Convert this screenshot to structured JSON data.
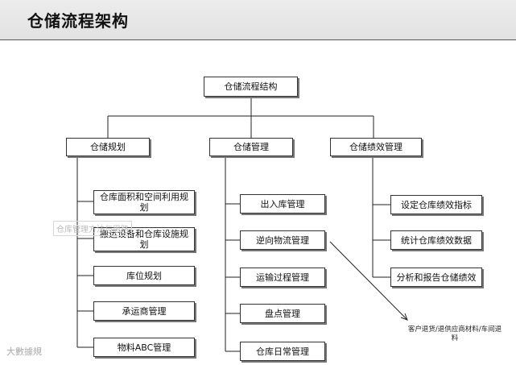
{
  "header": {
    "title": "仓储流程架构"
  },
  "diagram": {
    "root": "仓储流程结构",
    "branches": [
      {
        "label": "仓储规划",
        "children": [
          "仓库面积和空间利用规划",
          "搬运设备和仓库设施规划",
          "库位规划",
          "承运商管理",
          "物料ABC管理"
        ]
      },
      {
        "label": "仓储管理",
        "children": [
          "出入库管理",
          "逆向物流管理",
          "运输过程管理",
          "盘点管理",
          "仓库日常管理"
        ]
      },
      {
        "label": "仓储绩效管理",
        "children": [
          "设定仓库绩效指标",
          "统计仓库绩效数据",
          "分析和报告仓储绩效"
        ]
      }
    ],
    "outcome": "客户退货/退供应商材料/车间退料"
  },
  "watermark": {
    "text": "仓库管理方法与思路"
  },
  "logo": {
    "text": "大數據規"
  }
}
